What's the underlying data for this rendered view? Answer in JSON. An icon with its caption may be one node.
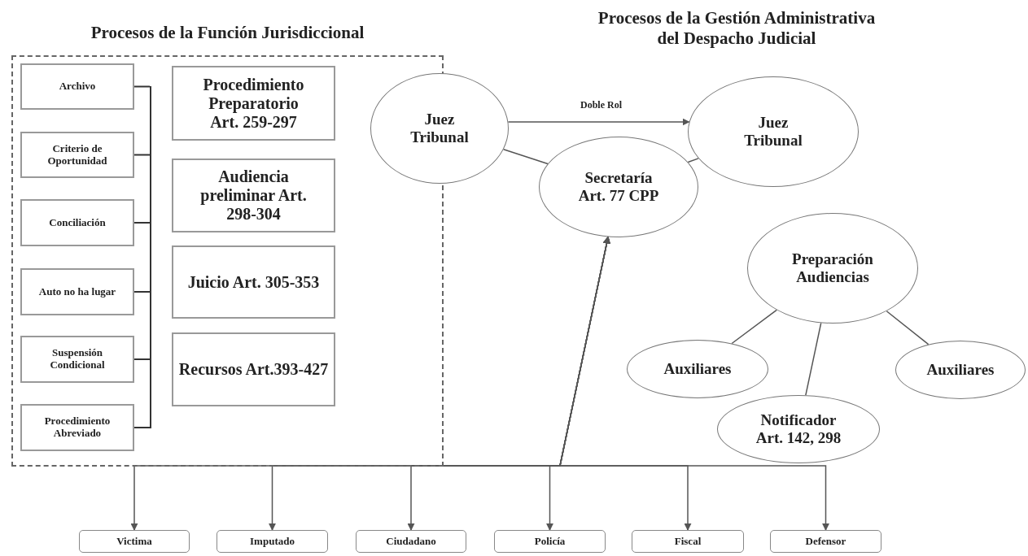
{
  "diagram": {
    "nodes": [
      {
        "text": [
          "Procesos de la Función Jurisdiccional"
        ]
      },
      {
        "text": [
          "Archivo"
        ],
        "in": 0
      },
      {
        "text": [
          "Criterio de Oportunidad"
        ],
        "in": 0
      },
      {
        "text": [
          "Conciliación"
        ],
        "in": 0
      },
      {
        "text": [
          "Auto no ha lugar"
        ],
        "in": 0
      },
      {
        "text": [
          "Suspensión Condicional"
        ],
        "in": 0
      },
      {
        "text": [
          "Procedimiento Abreviado"
        ],
        "in": 0
      },
      {
        "text": [
          "Procedimiento Preparatorio Art. 259-297"
        ],
        "in": 0
      },
      {
        "text": [
          "Audiencia preliminar Art. 298-304"
        ],
        "in": 0
      },
      {
        "text": [
          "Juicio Art. 305-353"
        ],
        "in": 0
      },
      {
        "text": [
          "Recursos Art.393-427"
        ],
        "in": 0
      },
      {
        "text": [
          "Juez Tribunal"
        ]
      },
      {
        "text": [
          "Juez Tribunal"
        ]
      },
      {
        "text": [
          "Secretaría Art. 77 CPP"
        ]
      },
      {
        "text": [
          "Preparación Audiencias"
        ]
      },
      {
        "text": [
          "Auxiliares"
        ]
      },
      {
        "text": [
          "Notificador Art. 142, 298"
        ]
      },
      {
        "text": [
          "Auxiliares"
        ]
      },
      {
        "text": [
          "Victima"
        ]
      },
      {
        "text": [
          "Imputado"
        ]
      },
      {
        "text": [
          "Ciudadano"
        ]
      },
      {
        "text": [
          "Policía"
        ]
      },
      {
        "text": [
          "Fiscal"
        ]
      },
      {
        "text": [
          "Defensor"
        ]
      },
      {
        "text": [],
        "shape": "bar",
        "in": 0
      }
    ],
    "edges": [
      {
        "from": 11,
        "to": 12,
        "arrow": "to",
        "label": "Doble Rol"
      },
      {
        "from": 11,
        "to": 13,
        "arrow": "none"
      },
      {
        "from": 13,
        "to": 12,
        "arrow": "none"
      },
      {
        "from": 14,
        "to": 15,
        "arrow": "none"
      },
      {
        "from": 14,
        "to": 16,
        "arrow": "none"
      },
      {
        "from": 14,
        "to": 17,
        "arrow": "none"
      },
      {
        "from": 13,
        "to": 18,
        "arrow": "both"
      },
      {
        "from": 13,
        "to": 19,
        "arrow": "both"
      },
      {
        "from": 13,
        "to": 20,
        "arrow": "both"
      },
      {
        "from": 13,
        "to": 21,
        "arrow": "both"
      },
      {
        "from": 13,
        "to": 22,
        "arrow": "both"
      },
      {
        "from": 13,
        "to": 23,
        "arrow": "both"
      },
      {
        "from": 1,
        "to": 24,
        "arrow": "none"
      },
      {
        "from": 2,
        "to": 24,
        "arrow": "none"
      },
      {
        "from": 3,
        "to": 24,
        "arrow": "none"
      },
      {
        "from": 4,
        "to": 24,
        "arrow": "none"
      },
      {
        "from": 5,
        "to": 24,
        "arrow": "none"
      },
      {
        "from": 6,
        "to": 24,
        "arrow": "none"
      }
    ],
    "labels": [
      "Procesos de la Gestión Administrativa del Despacho Judicial"
    ]
  }
}
